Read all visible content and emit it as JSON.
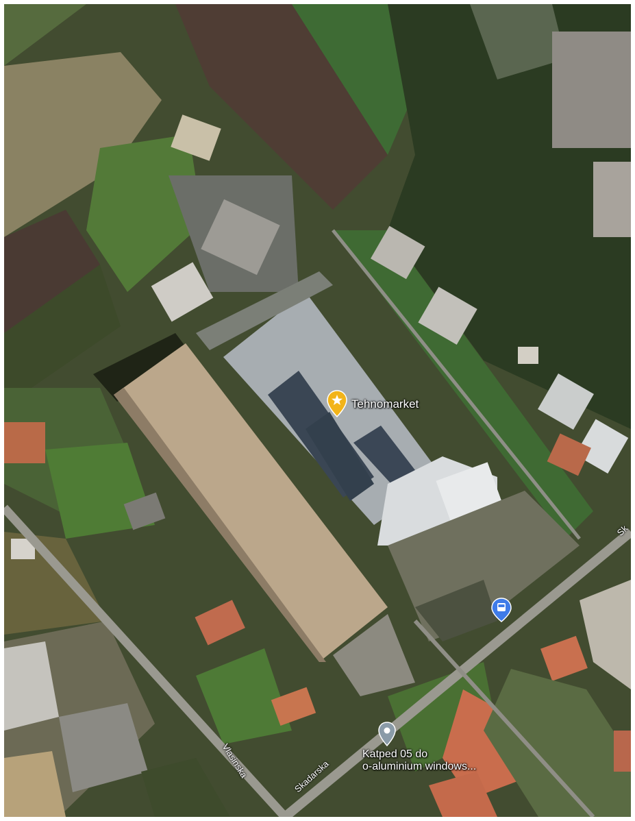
{
  "map": {
    "type": "satellite",
    "colors": {
      "primary_pin": "#f2b41a",
      "transit_pin": "#3f7be8",
      "generic_pin": "#8a9ba8"
    },
    "places": [
      {
        "id": "tehnomarket",
        "label": "Tehnomarket",
        "icon": "star-pin-icon"
      },
      {
        "id": "katped",
        "label_lines": [
          "Katped 05 do",
          "o-aluminium windows..."
        ],
        "icon": "generic-pin-icon"
      },
      {
        "id": "bus-stop",
        "icon": "bus-stop-icon"
      }
    ],
    "roads": [
      {
        "id": "vlasinska",
        "label": "Vlasinska"
      },
      {
        "id": "skadarska",
        "label": "Skadarska"
      },
      {
        "id": "skadarska-edge",
        "label": "Sk"
      }
    ]
  }
}
